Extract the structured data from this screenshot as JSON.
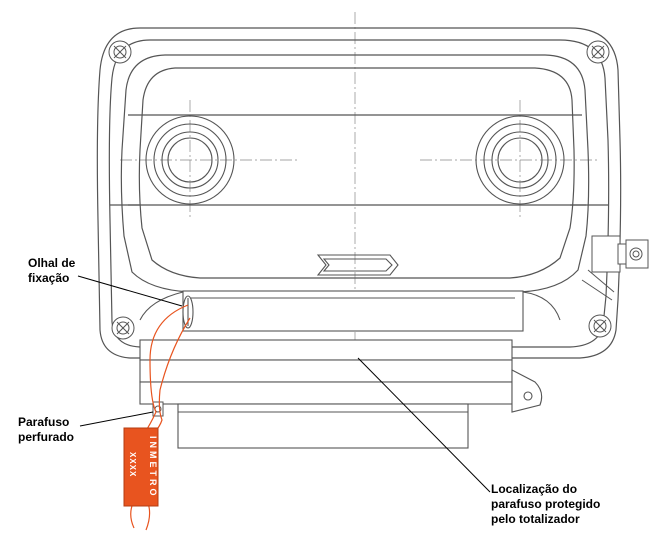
{
  "callouts": {
    "eyelet": {
      "lines": [
        "Olhal de",
        "fixação"
      ]
    },
    "screw": {
      "lines": [
        "Parafuso",
        "perfurado"
      ]
    },
    "location": {
      "lines": [
        "Localização do",
        "parafuso protegido",
        "pelo totalizador"
      ]
    }
  },
  "seal": {
    "text_main": "INMETRO",
    "text_code": "XXXX",
    "color": "#e8541f"
  },
  "colors": {
    "line": "#555555",
    "leader": "#000000",
    "wire": "#e8541f",
    "background": "#ffffff"
  }
}
